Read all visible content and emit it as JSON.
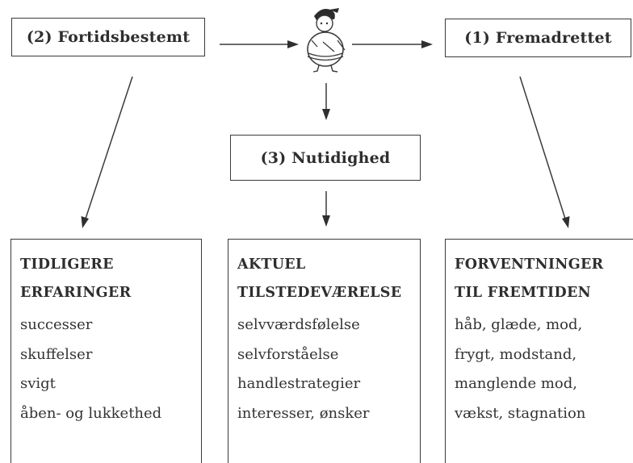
{
  "diagram": {
    "top_boxes": {
      "fortid": "(2) Fortidsbestemt",
      "fremad": "(1) Fremadrettet",
      "nutid": "(3) Nutidighed"
    },
    "columns": [
      {
        "heading": [
          "TIDLIGERE",
          "ERFARINGER"
        ],
        "items": [
          "successer",
          "skuffelser",
          "svigt",
          "åben- og lukkethed"
        ]
      },
      {
        "heading": [
          "AKTUEL",
          "TILSTEDEVÆRELSE"
        ],
        "items": [
          "selvværdsfølelse",
          "selvforståelse",
          "handlestrategier",
          "interesser, ønsker"
        ]
      },
      {
        "heading": [
          "FORVENTNINGER",
          "TIL FREMTIDEN"
        ],
        "items": [
          "håb, glæde, mod,",
          "frygt, modstand,",
          "manglende mod,",
          "vækst, stagnation"
        ]
      }
    ],
    "figure_icon": "child-figure-icon"
  }
}
